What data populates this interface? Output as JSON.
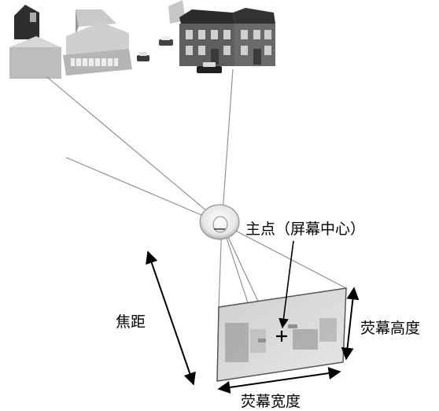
{
  "labels": {
    "principal_point": "主点（屏幕中心）",
    "focal_length": "焦距",
    "screen_height": "荧幕高度",
    "screen_width": "荧幕宽度"
  },
  "scene": {
    "depicted_objects": [
      "house-cluster",
      "lens",
      "projection-screen",
      "car"
    ]
  },
  "colors": {
    "ray": "#8a8a8a",
    "arrow": "#000000",
    "screen_frame": "#555555",
    "screen_fill": "#d8d8d8"
  }
}
